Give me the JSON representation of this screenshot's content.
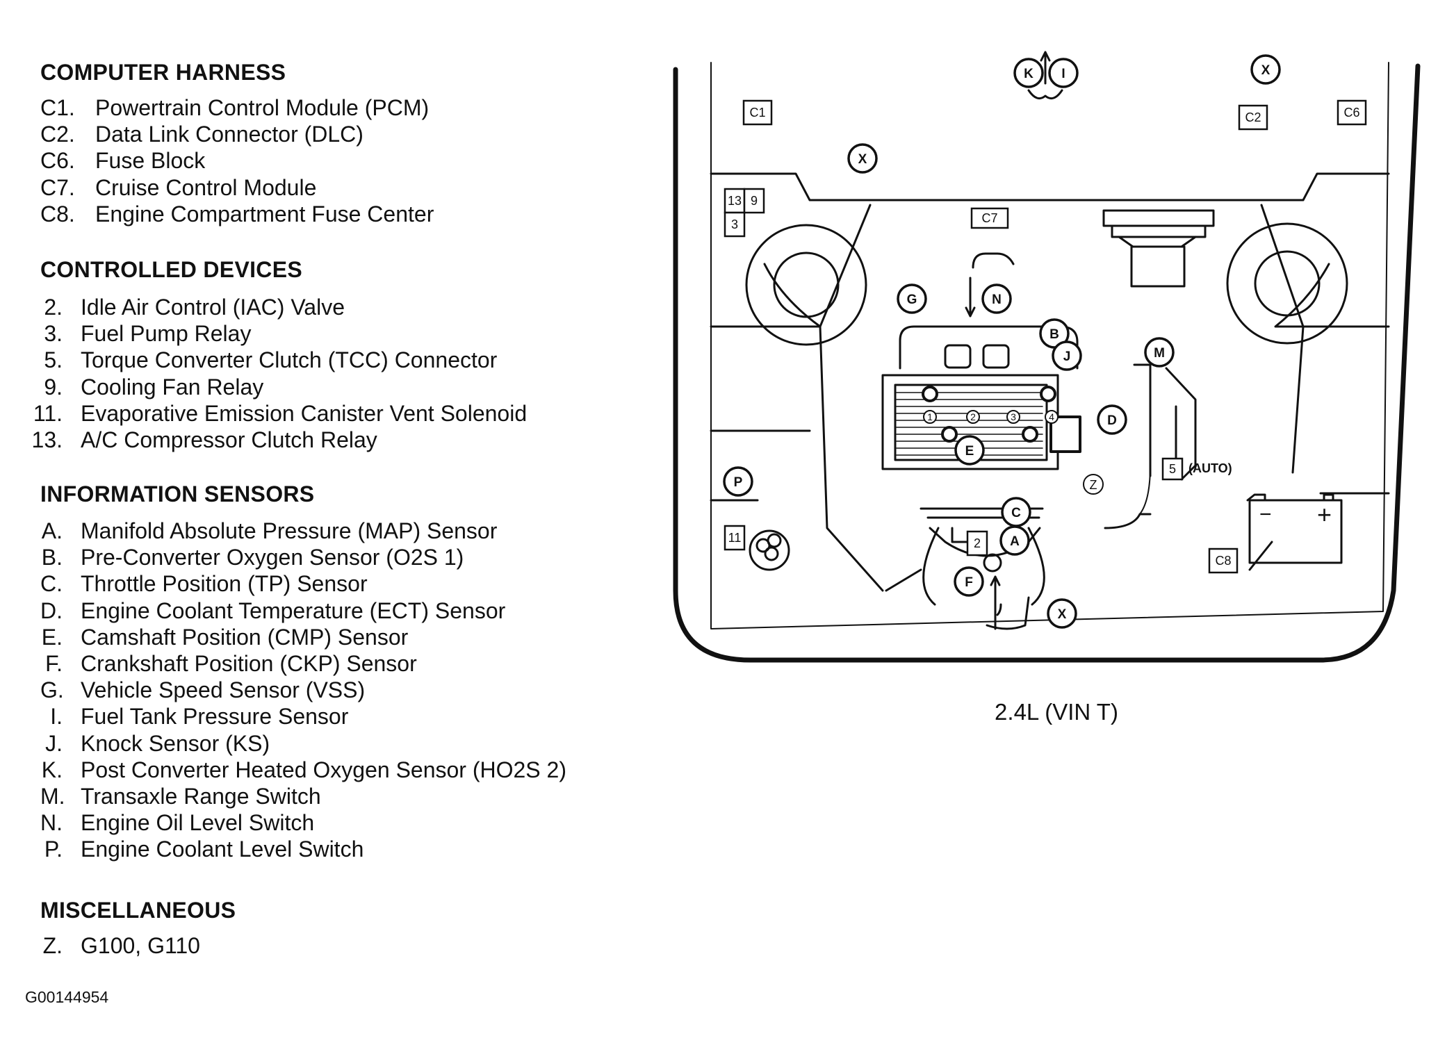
{
  "legend": {
    "sections": [
      {
        "title": "COMPUTER HARNESS",
        "items": [
          {
            "code": "C1.",
            "label": "Powertrain Control Module (PCM)"
          },
          {
            "code": "C2.",
            "label": "Data Link Connector (DLC)"
          },
          {
            "code": "C6.",
            "label": "Fuse Block"
          },
          {
            "code": "C7.",
            "label": "Cruise Control Module"
          },
          {
            "code": "C8.",
            "label": "Engine Compartment Fuse Center"
          }
        ]
      },
      {
        "title": "CONTROLLED DEVICES",
        "items": [
          {
            "code": "2.",
            "label": "Idle Air Control (IAC) Valve"
          },
          {
            "code": "3.",
            "label": "Fuel Pump Relay"
          },
          {
            "code": "5.",
            "label": "Torque Converter Clutch (TCC) Connector"
          },
          {
            "code": "9.",
            "label": "Cooling Fan Relay"
          },
          {
            "code": "11.",
            "label": "Evaporative Emission Canister Vent Solenoid"
          },
          {
            "code": "13.",
            "label": "A/C Compressor Clutch Relay"
          }
        ]
      },
      {
        "title": "INFORMATION SENSORS",
        "items": [
          {
            "code": "A.",
            "label": "Manifold Absolute Pressure (MAP) Sensor"
          },
          {
            "code": "B.",
            "label": "Pre-Converter Oxygen Sensor (O2S 1)"
          },
          {
            "code": "C.",
            "label": "Throttle Position (TP) Sensor"
          },
          {
            "code": "D.",
            "label": "Engine Coolant Temperature (ECT) Sensor"
          },
          {
            "code": "E.",
            "label": "Camshaft Position (CMP) Sensor"
          },
          {
            "code": "F.",
            "label": "Crankshaft Position (CKP) Sensor"
          },
          {
            "code": "G.",
            "label": "Vehicle Speed Sensor (VSS)"
          },
          {
            "code": "I.",
            "label": "Fuel Tank Pressure Sensor"
          },
          {
            "code": "J.",
            "label": "Knock Sensor (KS)"
          },
          {
            "code": "K.",
            "label": "Post Converter Heated Oxygen Sensor (HO2S 2)"
          },
          {
            "code": "M.",
            "label": "Transaxle Range Switch"
          },
          {
            "code": "N.",
            "label": "Engine Oil Level Switch"
          },
          {
            "code": "P.",
            "label": "Engine Coolant Level Switch"
          }
        ]
      },
      {
        "title": "MISCELLANEOUS",
        "items": [
          {
            "code": "Z.",
            "label": "G100, G110"
          }
        ]
      }
    ]
  },
  "figure_id": "G00144954",
  "caption": "2.4L (VIN T)",
  "diagram_labels": {
    "boxes": {
      "c1": "C1",
      "c2": "C2",
      "c6": "C6",
      "c7": "C7",
      "c8": "C8",
      "r13": "13",
      "r9": "9",
      "r3": "3",
      "r11": "11",
      "r2": "2",
      "r5": "5"
    },
    "circles": {
      "k": "K",
      "i": "I",
      "x1": "X",
      "x2": "X",
      "x3": "X",
      "g": "G",
      "n": "N",
      "b": "B",
      "j": "J",
      "m": "M",
      "d": "D",
      "e": "E",
      "p": "P",
      "c": "C",
      "a": "A",
      "f": "F",
      "z": "Z"
    },
    "cylinders": [
      "1",
      "2",
      "3",
      "4"
    ],
    "auto": "(AUTO)",
    "battery_minus": "−",
    "battery_plus": "+"
  }
}
